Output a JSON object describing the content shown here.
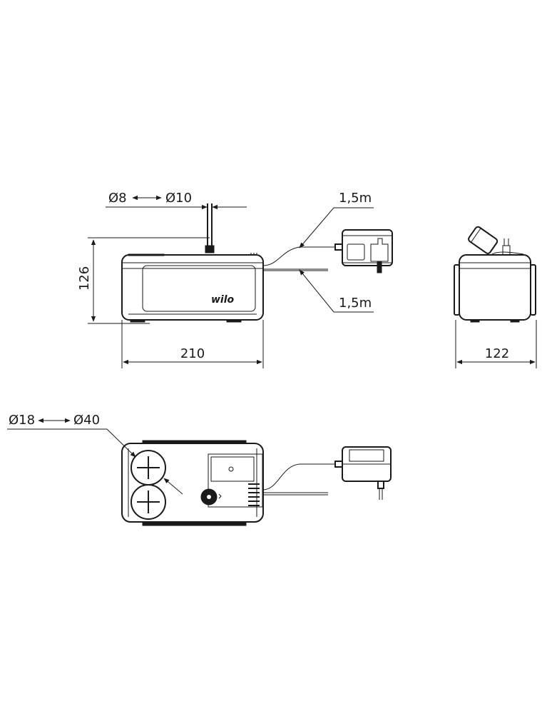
{
  "front_view": {
    "hose_dims": "Ø8",
    "hose_dims_alt": "Ø10",
    "height": "126",
    "width": "210",
    "cable_1": "1,5m",
    "cable_2": "1,5m",
    "brand": "wilo"
  },
  "side_view": {
    "depth": "122"
  },
  "top_view": {
    "inlet_dims": "Ø18",
    "inlet_dims_alt": "Ø40"
  }
}
